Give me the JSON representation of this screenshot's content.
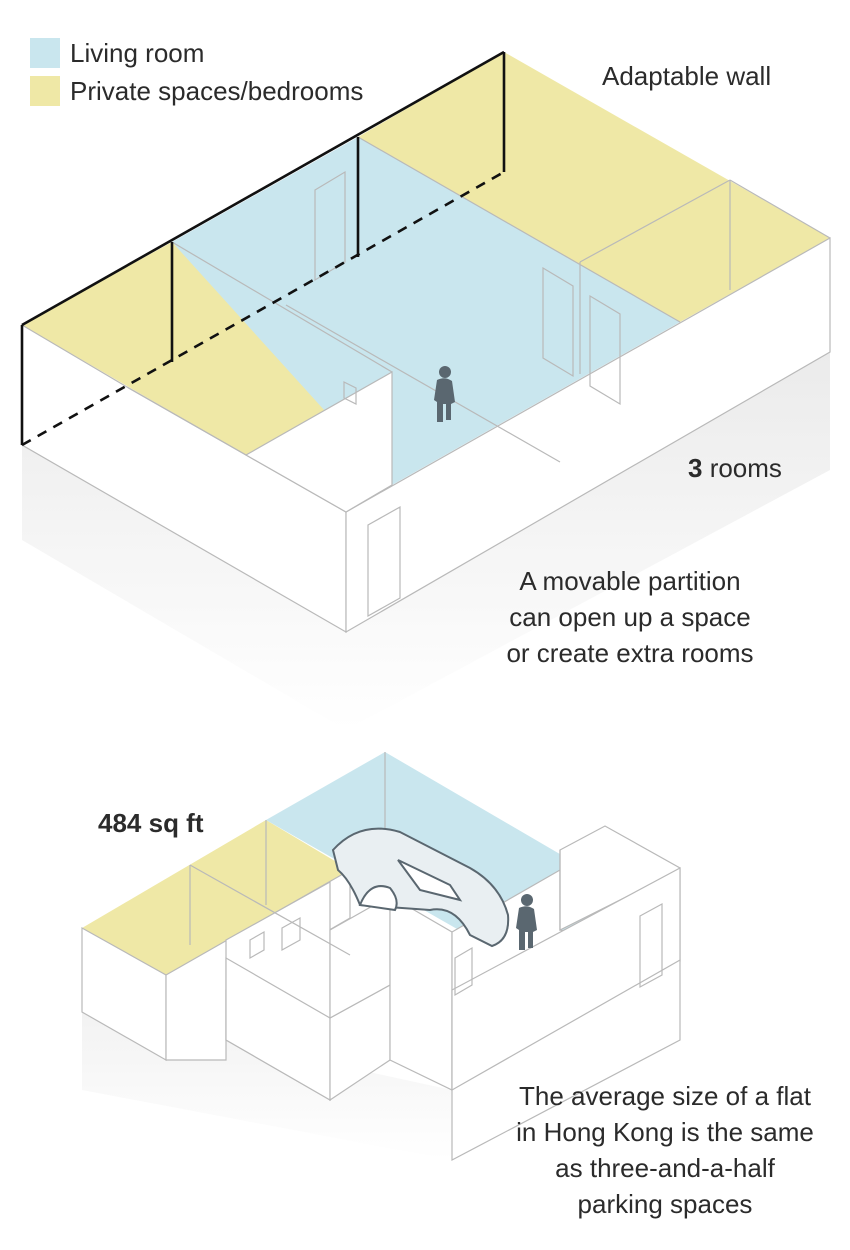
{
  "legend": {
    "items": [
      {
        "label": "Living room",
        "color": "#c9e6ee"
      },
      {
        "label": "Private spaces/bedrooms",
        "color": "#efe8a6"
      }
    ]
  },
  "annotations": {
    "adaptable_wall": "Adaptable wall",
    "rooms_count": "3",
    "rooms_word": " rooms",
    "partition_lines": [
      "A movable partition",
      "can open up a space",
      "or create extra rooms"
    ],
    "flat_size": "484 sq ft",
    "average_lines": [
      "The average size of a flat",
      "in Hong Kong is the same",
      "as three-and-a-half",
      "parking spaces"
    ]
  },
  "colors": {
    "living": "#c9e6ee",
    "private": "#efe8a6",
    "wall": "#ffffff",
    "edge": "#b9b9b9",
    "outline": "#111111",
    "figure": "#5a6770"
  },
  "icons": [
    "person-icon",
    "car-icon"
  ]
}
